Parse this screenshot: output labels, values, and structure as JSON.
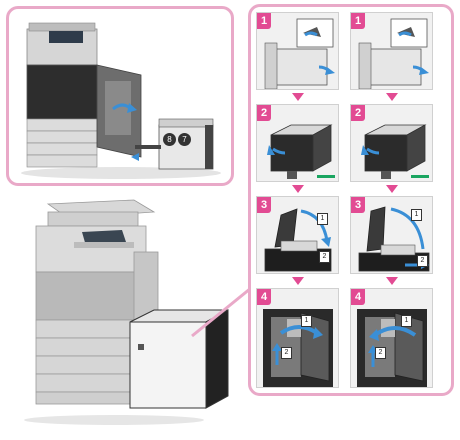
{
  "inset": {
    "callouts": [
      "8",
      "7"
    ]
  },
  "steps": {
    "rows": [
      {
        "number": "1"
      },
      {
        "number": "2"
      },
      {
        "number": "3"
      },
      {
        "number": "4"
      }
    ],
    "callouts": {
      "row3_left_a": "1",
      "row3_left_b": "2",
      "row3_right_a": "1",
      "row3_right_b": "2",
      "row4_left_a": "1",
      "row4_left_b": "2",
      "row4_right_a": "1",
      "row4_right_b": "2"
    }
  },
  "colors": {
    "accent": "#e24b93",
    "frame": "#e9a9c8",
    "arrow": "#3a8fd6"
  }
}
